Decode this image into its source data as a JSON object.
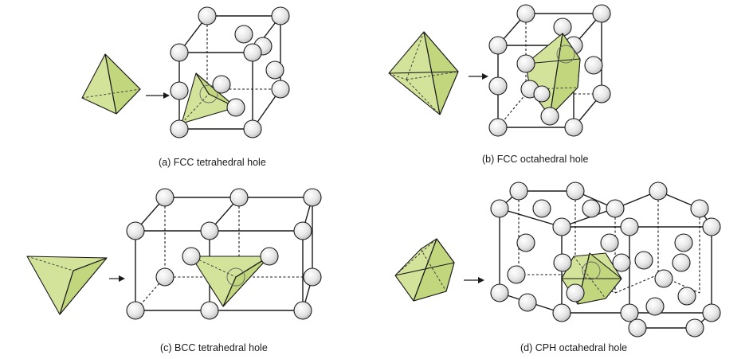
{
  "panels": [
    {
      "id": "a",
      "caption": "(a) FCC tetrahedral hole"
    },
    {
      "id": "b",
      "caption": "(b) FCC octahedral hole"
    },
    {
      "id": "c",
      "caption": "(c) BCC tetrahedral hole"
    },
    {
      "id": "d",
      "caption": "(d) CPH octahedral hole"
    }
  ],
  "colors": {
    "polyhedron_fill": "#d4e39a",
    "atom_fill_center": "#ffffff",
    "atom_fill_edge": "#c9c9c9",
    "line": "#1a1a1a"
  }
}
